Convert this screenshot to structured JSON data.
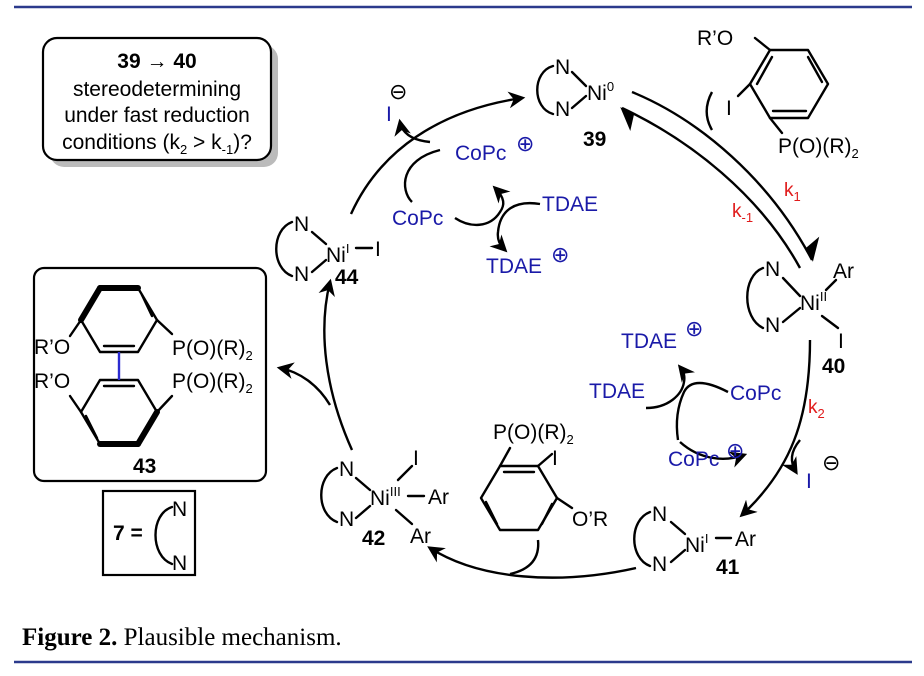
{
  "callout": {
    "line1": "39 → 40",
    "line2": "stereodetermining",
    "line3": "under fast reduction",
    "line4_pre": "conditions (k",
    "line4_sub1": "2",
    "line4_mid": " > k",
    "line4_sub2": "-1",
    "line4_post": ")?"
  },
  "compounds": {
    "c39": {
      "number": "39",
      "metal": "Ni",
      "oxidation": "0"
    },
    "c40": {
      "number": "40",
      "metal": "Ni",
      "oxidation": "II",
      "ligand_top": "Ar",
      "ligand_bottom": "I"
    },
    "c41": {
      "number": "41",
      "metal": "Ni",
      "oxidation": "I",
      "ligand": "Ar"
    },
    "c42": {
      "number": "42",
      "metal": "Ni",
      "oxidation": "III",
      "ligand_top": "I",
      "ligand_right": "Ar",
      "ligand_bottom": "Ar"
    },
    "c44": {
      "number": "44",
      "metal": "Ni",
      "oxidation": "I",
      "ligand": "I"
    },
    "c43": {
      "number": "43",
      "sub_oro_top": "R’O",
      "sub_oro_bottom": "R’O",
      "sub_p_top": "P(O)(R)",
      "sub_p_top_sub": "2",
      "sub_p_bottom": "P(O)(R)",
      "sub_p_bottom_sub": "2"
    },
    "n_label": "N"
  },
  "substrate_top": {
    "oro": "R’O",
    "iodo": "I",
    "p": "P(O)(R)",
    "p_sub": "2"
  },
  "substrate_bottom": {
    "p": "P(O)(R)",
    "p_sub": "2",
    "iodo": "I",
    "oro": "O’R"
  },
  "reagents": {
    "copc_plus": "CoPc",
    "copc": "CoPc",
    "tdae": "TDAE",
    "tdae_plus": "TDAE",
    "iodide": "I",
    "minus": "⊖",
    "plus": "⊕"
  },
  "rates": {
    "k1": "k",
    "k1_sub": "1",
    "km1": "k",
    "km1_sub": "-1",
    "k2": "k",
    "k2_sub": "2"
  },
  "legend_box": {
    "label": "7 =",
    "n": "N"
  },
  "caption": {
    "bold": "Figure 2.",
    "text": " Plausible mechanism."
  },
  "colors": {
    "reagent": "#1a1aa8",
    "rate": "#e01b1b",
    "rule": "#2b3a8c",
    "bond_highlight": "#2b2bd0"
  }
}
